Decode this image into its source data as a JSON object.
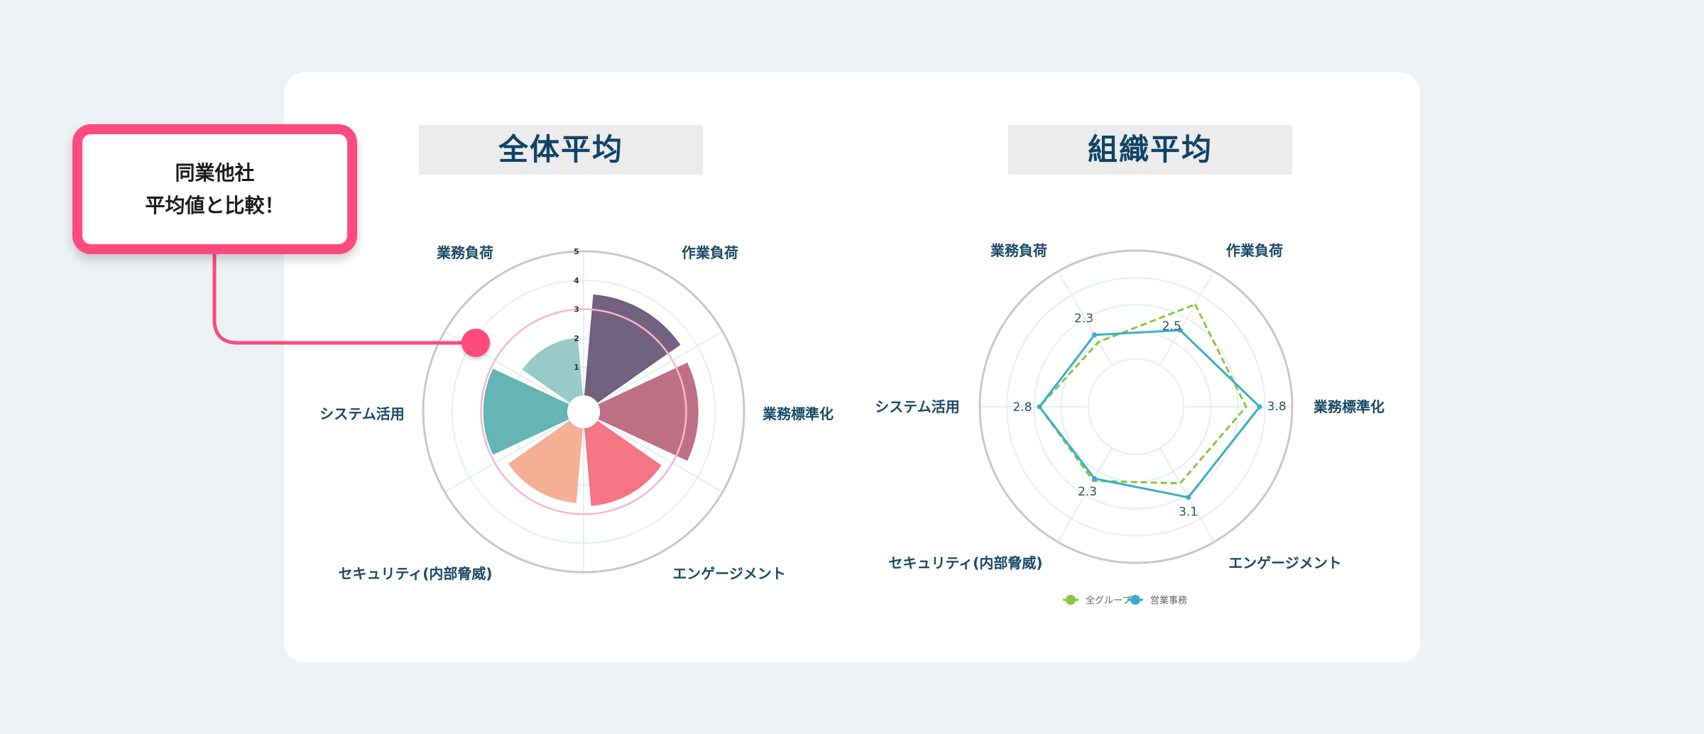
{
  "callout": {
    "line1": "同業他社",
    "line2": "平均値と比較！",
    "color": "#ff4a7d"
  },
  "chart_data": [
    {
      "type": "polar-bar",
      "title": "全体平均",
      "categories": [
        "作業負荷",
        "業務標準化",
        "エンゲージメント",
        "セキュリティ(内部脅威)",
        "システム活用",
        "業務負荷"
      ],
      "values": [
        3.5,
        3.4,
        2.7,
        2.6,
        2.9,
        2.0
      ],
      "colors": [
        "#6b5879",
        "#bc6880",
        "#f36f7e",
        "#f6ac90",
        "#5cb1b0",
        "#93c7c6"
      ],
      "benchmark": {
        "label": "同業他社平均",
        "value": 3.0,
        "color": "#f9b7c6"
      },
      "radial_ticks": [
        "1",
        "2",
        "3",
        "4",
        "5"
      ],
      "rlim": [
        0,
        5
      ],
      "grid": true
    },
    {
      "type": "radar",
      "title": "組織平均",
      "categories": [
        "作業負荷",
        "業務標準化",
        "エンゲージメント",
        "セキュリティ(内部脅威)",
        "システム活用",
        "業務負荷"
      ],
      "series": [
        {
          "name": "全グループ",
          "values": [
            3.6,
            3.3,
            2.5,
            2.4,
            2.8,
            2.0
          ],
          "color": "#8cc63f",
          "dash": true,
          "show_labels": false
        },
        {
          "name": "営業事務",
          "values": [
            2.5,
            3.8,
            3.1,
            2.3,
            2.8,
            2.3
          ],
          "color": "#3aafc9",
          "dash": false,
          "show_labels": true
        }
      ],
      "value_labels": [
        "2.5",
        "3.8",
        "3.1",
        "2.3",
        "2.8",
        "2.3"
      ],
      "rlim": [
        0,
        5
      ],
      "grid": true,
      "legend": "bottom"
    }
  ]
}
